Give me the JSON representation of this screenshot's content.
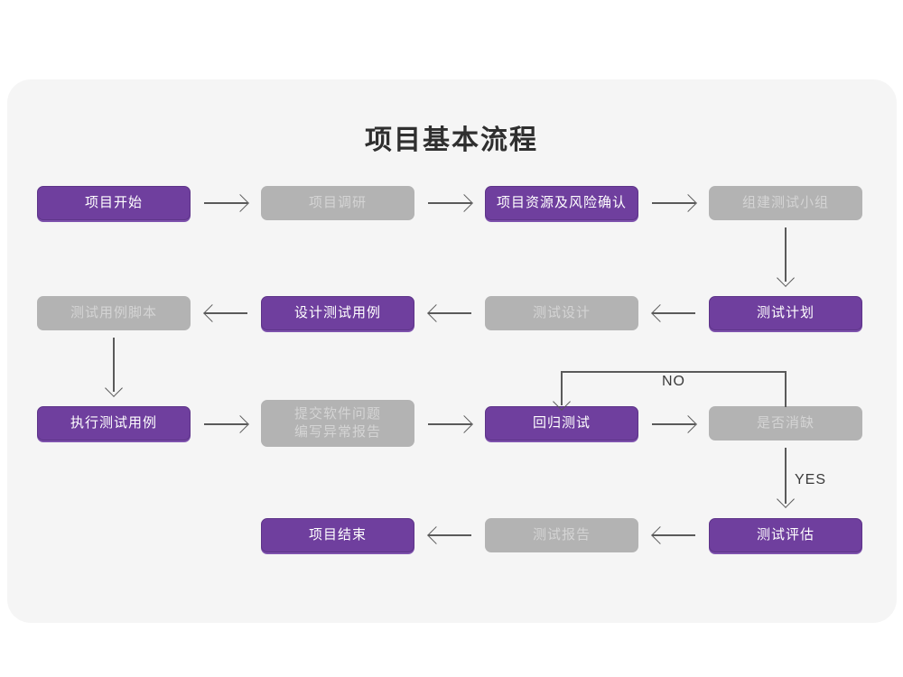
{
  "diagram": {
    "title": "项目基本流程",
    "colors": {
      "page_background": "#ffffff",
      "panel_background": "#f5f5f5",
      "accent_purple": "#6f3f9e",
      "muted_gray": "#b3b3b3",
      "connector": "#5a5a5a",
      "title_text": "#2f2f2f"
    },
    "nodes": {
      "n1": {
        "label": "项目开始",
        "style": "purple"
      },
      "n2": {
        "label": "项目调研",
        "style": "gray"
      },
      "n3": {
        "label": "项目资源及风险确认",
        "style": "purple"
      },
      "n4": {
        "label": "组建测试小组",
        "style": "gray"
      },
      "n5": {
        "label": "测试计划",
        "style": "purple"
      },
      "n6": {
        "label": "测试设计",
        "style": "gray"
      },
      "n7": {
        "label": "设计测试用例",
        "style": "purple"
      },
      "n8": {
        "label": "测试用例脚本",
        "style": "gray"
      },
      "n9": {
        "label": "执行测试用例",
        "style": "purple"
      },
      "n10": {
        "label": "提交软件问题\n编写异常报告",
        "style": "gray"
      },
      "n11": {
        "label": "回归测试",
        "style": "purple"
      },
      "n12": {
        "label": "是否消缺",
        "style": "gray"
      },
      "n13": {
        "label": "测试评估",
        "style": "purple"
      },
      "n14": {
        "label": "测试报告",
        "style": "gray"
      },
      "n15": {
        "label": "项目结束",
        "style": "purple"
      }
    },
    "edge_labels": {
      "no": "NO",
      "yes": "YES"
    }
  }
}
